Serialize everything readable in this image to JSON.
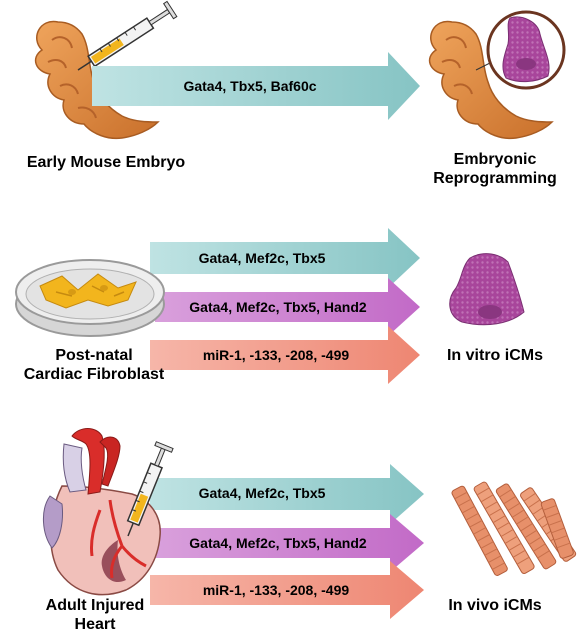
{
  "colors": {
    "teal_arrow": "#8fc9c9",
    "magenta_arrow": "#c46fc9",
    "salmon_arrow": "#ef8e7c",
    "embryo": "#d9853b",
    "cardiomyocyte": "#a8459b",
    "fibroblast": "#f2b51d",
    "muscle_fiber": "#e7906a",
    "heart": "#f1c0ba",
    "artery": "#d92d2a"
  },
  "rows": [
    {
      "source_label": [
        "Early Mouse Embryo"
      ],
      "target_label": [
        "Embryonic",
        "Reprogramming"
      ],
      "arrows": [
        {
          "text": "Gata4, Tbx5, Baf60c",
          "color": "teal"
        }
      ]
    },
    {
      "source_label": [
        "Post-natal",
        "Cardiac Fibroblast"
      ],
      "target_label": [
        "In vitro iCMs"
      ],
      "arrows": [
        {
          "text": "Gata4, Mef2c, Tbx5",
          "color": "teal"
        },
        {
          "text": "Gata4, Mef2c, Tbx5, Hand2",
          "color": "magenta"
        },
        {
          "text": "miR-1, -133, -208, -499",
          "color": "salmon"
        }
      ]
    },
    {
      "source_label": [
        "Adult Injured",
        "Heart"
      ],
      "target_label": [
        "In vivo iCMs"
      ],
      "arrows": [
        {
          "text": "Gata4, Mef2c, Tbx5",
          "color": "teal"
        },
        {
          "text": "Gata4, Mef2c, Tbx5, Hand2",
          "color": "magenta"
        },
        {
          "text": "miR-1, -133, -208, -499",
          "color": "salmon"
        }
      ]
    }
  ],
  "icons": {
    "embryo": "mouse-embryo-icon",
    "syringe": "syringe-icon",
    "cardiomyocyte": "cardiomyocyte-icon",
    "dish": "petri-dish-icon",
    "heart": "heart-icon",
    "fibers": "muscle-fibers-icon"
  }
}
